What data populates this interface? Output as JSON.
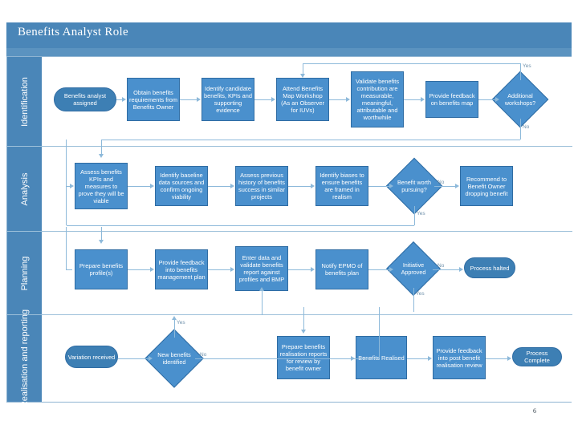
{
  "slide": {
    "title": "Benefits Analyst Role",
    "page_marker": "6",
    "colors": {
      "header_band": "#4a86b8",
      "lane_header": "#4a86b8",
      "process_fill": "#4a90cd",
      "terminator_fill": "#3d7fb4",
      "connector": "#8db9da",
      "frame_border": "#8fb4d2"
    }
  },
  "lanes": [
    {
      "id": "identification",
      "label": "Identification"
    },
    {
      "id": "analysis",
      "label": "Analysis"
    },
    {
      "id": "planning",
      "label": "Planning"
    },
    {
      "id": "realisation",
      "label": "Realisation and reporting"
    }
  ],
  "nodes": {
    "n1": {
      "label": "Benefits analyst assigned",
      "shape": "terminator",
      "lane": "identification"
    },
    "n2": {
      "label": "Obtain benefits requirements from Benefits Owner",
      "shape": "process",
      "lane": "identification"
    },
    "n3": {
      "label": "Identify candidate benefits, KPIs and supporting evidence",
      "shape": "process",
      "lane": "identification"
    },
    "n4": {
      "label": "Attend Benefits Map Workshop (As an Observer for IUVs)",
      "shape": "process",
      "lane": "identification"
    },
    "n5": {
      "label": "Validate benefits contribution are measurable, meaningful, attributable and worthwhile",
      "shape": "process",
      "lane": "identification"
    },
    "n6": {
      "label": "Provide feedback on benefits map",
      "shape": "process",
      "lane": "identification"
    },
    "d1": {
      "label": "Additional workshops?",
      "shape": "decision",
      "lane": "identification"
    },
    "n7": {
      "label": "Assess benefits KPIs and measures to prove they will be viable",
      "shape": "process",
      "lane": "analysis"
    },
    "n8": {
      "label": "Identify baseline data sources and confirm ongoing viability",
      "shape": "process",
      "lane": "analysis"
    },
    "n9": {
      "label": "Assess previous history of benefits success in similar projects",
      "shape": "process",
      "lane": "analysis"
    },
    "n10": {
      "label": "Identify biases to ensure benefits are framed in realism",
      "shape": "process",
      "lane": "analysis"
    },
    "d2": {
      "label": "Benefit worth pursuing?",
      "shape": "decision",
      "lane": "analysis"
    },
    "n11": {
      "label": "Recommend to Benefit Owner dropping benefit",
      "shape": "process",
      "lane": "analysis"
    },
    "n12": {
      "label": "Prepare benefits profile(s)",
      "shape": "process",
      "lane": "planning"
    },
    "n13": {
      "label": "Provide feedback into benefits management plan",
      "shape": "process",
      "lane": "planning"
    },
    "n14": {
      "label": "Enter data and validate benefits report against profiles and BMP",
      "shape": "process",
      "lane": "planning"
    },
    "n15": {
      "label": "Notify EPMO of benefits plan",
      "shape": "process",
      "lane": "planning"
    },
    "d3": {
      "label": "Initiative Approved",
      "shape": "decision",
      "lane": "planning"
    },
    "n16": {
      "label": "Process halted",
      "shape": "terminator",
      "lane": "planning"
    },
    "n17": {
      "label": "Variation received",
      "shape": "terminator",
      "lane": "realisation"
    },
    "d4": {
      "label": "New benefits identified",
      "shape": "decision",
      "lane": "realisation"
    },
    "n18": {
      "label": "Prepare benefits realisation reports for review by benefit owner",
      "shape": "process",
      "lane": "realisation"
    },
    "n19": {
      "label": "Benefits Realised",
      "shape": "process",
      "lane": "realisation"
    },
    "n20": {
      "label": "Provide feedback into post benefit realisation review",
      "shape": "process",
      "lane": "realisation"
    },
    "n21": {
      "label": "Process Complete",
      "shape": "terminator",
      "lane": "realisation"
    }
  },
  "edge_labels": {
    "d1_yes": "Yes",
    "d1_no": "No",
    "d2_no": "No",
    "d2_yes": "Yes",
    "d3_no": "No",
    "d3_yes": "Yes",
    "d4_yes": "Yes",
    "d4_no": "No"
  }
}
